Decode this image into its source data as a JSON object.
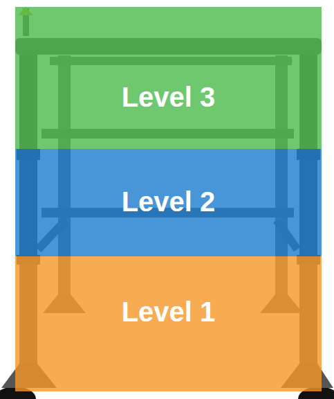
{
  "diagram": {
    "nodes": [
      {
        "text": [
          "Level 3"
        ]
      },
      {
        "text": [
          "Level 2"
        ]
      },
      {
        "text": [
          "Level 1"
        ]
      }
    ]
  }
}
